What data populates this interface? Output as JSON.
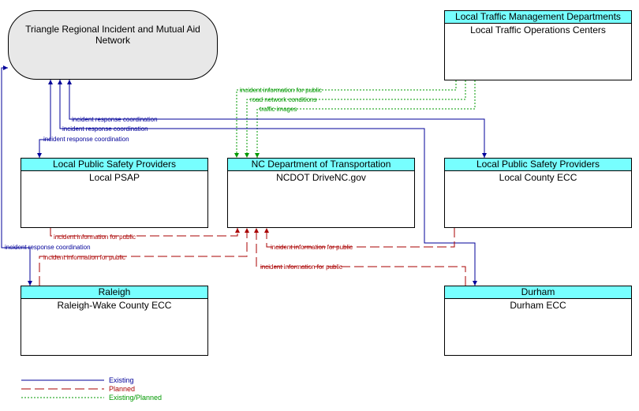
{
  "colors": {
    "existing": "#000099",
    "planned": "#aa0000",
    "existing_planned": "#009900",
    "header_fill": "#7fffff",
    "ellipse_fill": "#e8e8e8"
  },
  "nodes": {
    "triangle": {
      "title": "Triangle Regional Incident and Mutual Aid Network"
    },
    "ltm": {
      "header": "Local Traffic Management Departments",
      "body": "Local Traffic Operations Centers"
    },
    "psap": {
      "header": "Local Public Safety Providers",
      "body": "Local PSAP"
    },
    "ncdot": {
      "header": "NC Department of Transportation",
      "body": "NCDOT DriveNC.gov"
    },
    "county": {
      "header": "Local Public Safety Providers",
      "body": "Local County ECC"
    },
    "raleigh": {
      "header": "Raleigh",
      "body": "Raleigh-Wake County ECC"
    },
    "durham": {
      "header": "Durham",
      "body": "Durham ECC"
    }
  },
  "flows": {
    "f1": "incident information for public",
    "f2": "road network conditions",
    "f3": "traffic images",
    "f4": "incident response coordination",
    "f5": "incident response coordination",
    "f6": "incident response coordination",
    "f7": "incident information for public",
    "f8": "incident response coordination",
    "f9": "incident information for public",
    "f10": "incident information for public",
    "f11": "incident information for public"
  },
  "legend": {
    "existing": "Existing",
    "planned": "Planned",
    "existing_planned": "Existing/Planned"
  }
}
